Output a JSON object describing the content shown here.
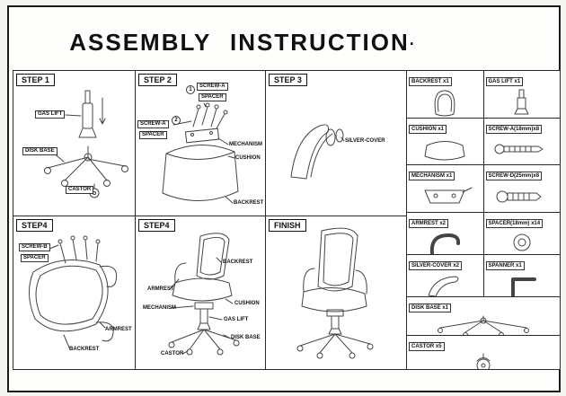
{
  "title": "ASSEMBLY INSTRUCTION",
  "title_dot": ".",
  "steps": {
    "step1": {
      "label": "STEP 1",
      "callouts": {
        "gas_lift": "GAS LIFT",
        "disk_base": "DISK BASE",
        "castor": "CASTOR"
      }
    },
    "step2": {
      "label": "STEP 2",
      "marks": {
        "one": "1",
        "two": "2"
      },
      "callouts": {
        "screw_a_top": "SCREW-A",
        "spacer_top": "SPACER",
        "screw_a_left": "SCREW-A",
        "spacer_left": "SPACER",
        "mechanism": "MECHANISM",
        "cushion": "CUSHION",
        "backrest": "BACKREST"
      }
    },
    "step3": {
      "label": "STEP 3",
      "callouts": {
        "silver_cover": "SILVER-COVER"
      }
    },
    "step4a": {
      "label": "STEP4",
      "callouts": {
        "screw_b": "SCREW-B",
        "spacer": "SPACER",
        "armrest": "ARMREST",
        "backrest": "BACKREST"
      }
    },
    "step4b": {
      "label": "STEP4",
      "callouts": {
        "backrest": "BACKREST",
        "armrest": "ARMREST",
        "mechanism": "MECHANISM",
        "cushion": "CUSHION",
        "gas_lift": "GAS LIFT",
        "disk_base": "DISK BASE",
        "castor": "CASTOR"
      }
    },
    "finish": {
      "label": "FINISH"
    }
  },
  "parts": {
    "backrest": "BACKREST  x1",
    "gas_lift": "GAS LIFT  x1",
    "cushion": "CUSHION  x1",
    "screw_a": "SCREW-A(18mm)x8",
    "mechanism": "MECHANISM  x1",
    "screw_d": "SCREW-D(25mm)x8",
    "armrest": "ARMREST  x2",
    "spacer": "SPACER(18mm) x14",
    "silver_cover": "SILVER-COVER  x2",
    "spanner": "SPANNER  x1",
    "disk_base": "DISK BASE x1",
    "castor": "CASTOR  x5"
  }
}
